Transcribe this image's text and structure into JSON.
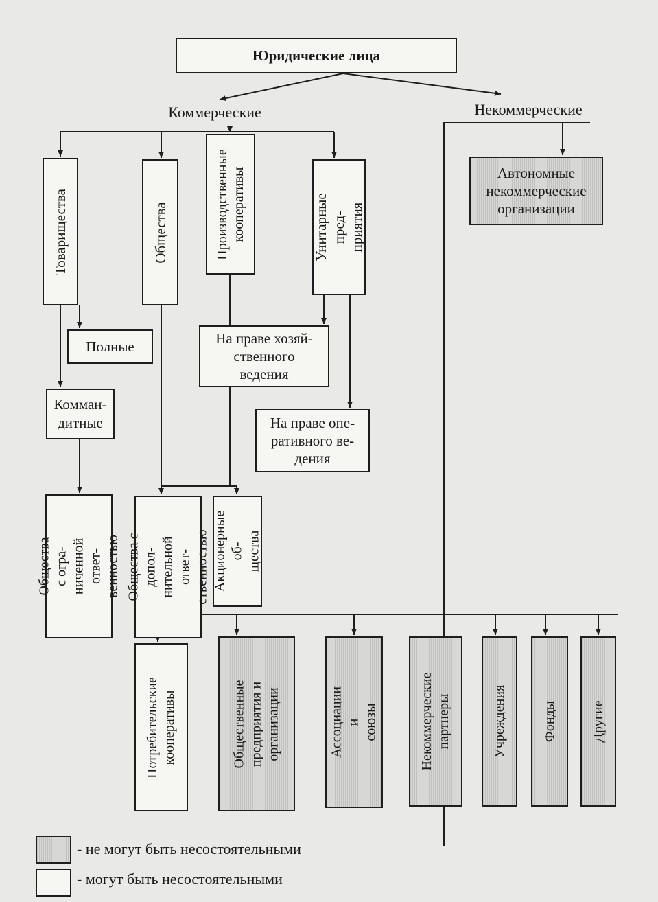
{
  "root": "Юридические лица",
  "commercial": "Коммерческие",
  "noncommercial": "Некоммерческие",
  "anko": "Автономные\nнекоммерческие\nорганизации",
  "partnerships": "Товарищества",
  "societies": "Общества",
  "coops": "Производственные\nкооперативы",
  "unitary": "Унитарные пред-\nприятия",
  "full": "Полные",
  "limited": "Комман-\nдитные",
  "economic": "На праве хозяй-\nственного\nведения",
  "operative": "На праве опе-\nративного ве-\nдения",
  "llc": "Общества с огра-\nниченной ответ-\nвенностью",
  "alc": "Общества с допол-\nнительной ответ-\nственностью",
  "jsc": "Акционерные об-\nщества",
  "consumer": "Потребительские\nкооперативы",
  "public": "Общественные\nпредприятия и\nорганизации",
  "assoc": "Ассоциации и\nсоюзы",
  "ncp": "Некоммерческие\nпартнеры",
  "inst": "Учреждения",
  "funds": "Фонды",
  "others": "Другие",
  "legend": {
    "cannot": "- не могут быть несостоятельными",
    "can": "- могут быть несостоятельными"
  },
  "colors": {
    "border": "#1e1e1e",
    "hatch": "#d7d7d5",
    "paper": "#e9e9e7"
  }
}
